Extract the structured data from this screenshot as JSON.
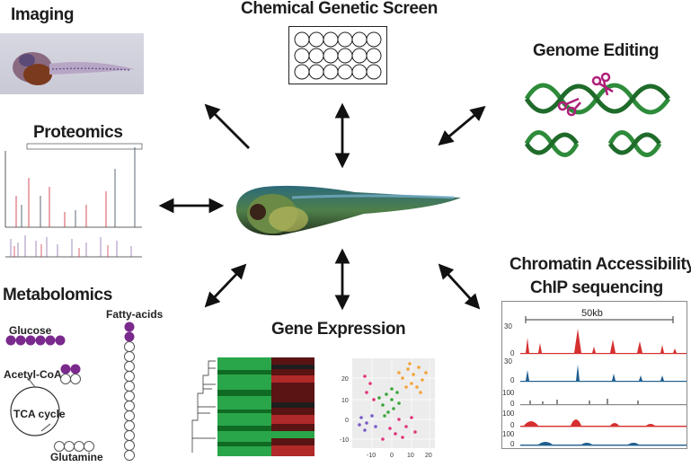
{
  "panels": {
    "imaging": {
      "title": "Imaging"
    },
    "chemical_screen": {
      "title": "Chemical Genetic Screen"
    },
    "genome_editing": {
      "title": "Genome Editing"
    },
    "proteomics": {
      "title": "Proteomics"
    },
    "metabolomics": {
      "title": "Metabolomics",
      "glucose": "Glucose",
      "acetyl_coa": "Acetyl-CoA",
      "tca": "TCA cycle",
      "glutamine": "Glutamine",
      "fatty_acids": "Fatty-acids"
    },
    "gene_expression": {
      "title": "Gene Expression"
    },
    "chromatin": {
      "title_1": "Chromatin Accessibility",
      "title_2": "ChIP sequencing",
      "scale_label": "50kb",
      "track_labels": [
        {
          "top": "30",
          "bottom": "0"
        },
        {
          "top": "30",
          "bottom": "0"
        },
        {
          "top": "100",
          "bottom": "0"
        },
        {
          "top": "100",
          "bottom": "0"
        },
        {
          "top": "100",
          "bottom": "0"
        }
      ],
      "track_colors": [
        "#d62f2f",
        "#1f5f8f",
        "#8a8a8a",
        "#d62f2f",
        "#1f5f8f"
      ]
    },
    "scatter_axis": {
      "x_ticks": [
        "-10",
        "0",
        "10",
        "20"
      ],
      "y_ticks": [
        "20",
        "10",
        "0",
        "-10"
      ]
    }
  },
  "colors": {
    "purple": "#7a2a8c",
    "fish_green": "#3f6b3c",
    "dna_green": "#2e8b3a",
    "scissors": "#b0207a"
  }
}
